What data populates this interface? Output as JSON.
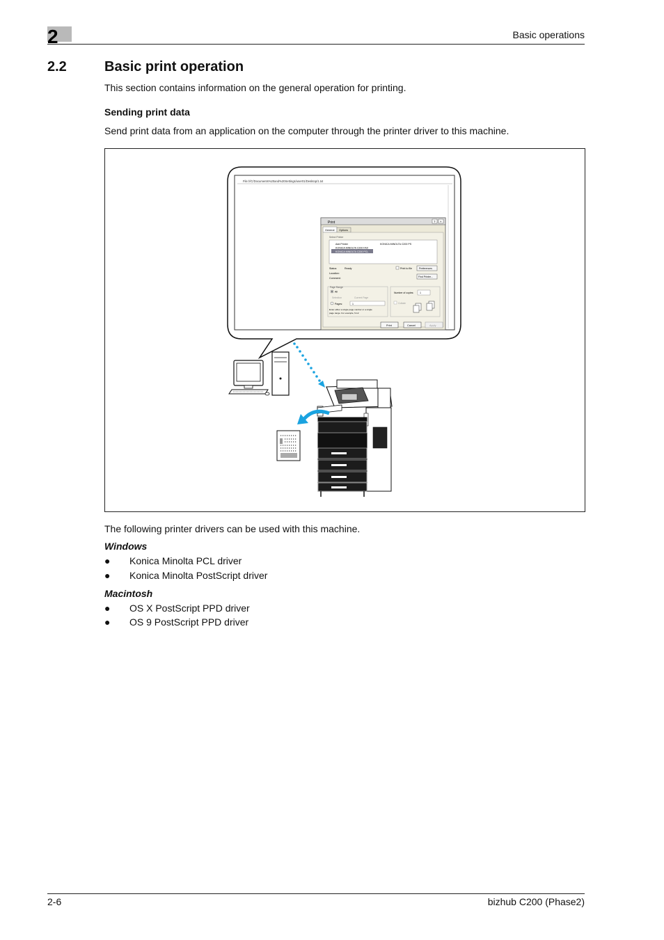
{
  "header": {
    "chapter_number": "2",
    "chapter_title": "Basic operations"
  },
  "section": {
    "number": "2.2",
    "title": "Basic print operation",
    "intro": "This section contains information on the general operation for printing."
  },
  "subsection": {
    "title": "Sending print data",
    "text": "Send print data from an application on the computer through the printer driver to this machine."
  },
  "figure": {
    "address_text": "File:///C/Documents%20and%20Settings/user01/Desktop/1.txt",
    "dialog": {
      "title": "Print",
      "tabs": [
        "General",
        "Options"
      ],
      "select_printer_label": "Select Printer",
      "printers": [
        "Add Printer",
        "KONICA MINOLTA C200 FAX",
        "KONICA MINOLTA C200 PCL",
        "KONICA MINOLTA C200 PS"
      ],
      "status_label": "Status:",
      "status_value": "Ready",
      "location_label": "Location:",
      "comment_label": "Comment:",
      "print_to_file": "Print to file",
      "preferences_btn": "Preferences",
      "find_printer_btn": "Find Printer...",
      "page_range_label": "Page Range",
      "all_label": "All",
      "selection_label": "Selection",
      "current_page_label": "Current Page",
      "pages_label": "Pages:",
      "pages_value": "1",
      "range_hint_1": "Enter either a single page number or a single",
      "range_hint_2": "page range.  For example, 5-12",
      "copies_label": "Number of copies:",
      "copies_value": "1",
      "collate_label": "Collate",
      "print_btn": "Print",
      "cancel_btn": "Cancel",
      "apply_btn": "Apply"
    }
  },
  "drivers_intro": "The following printer drivers can be used with this machine.",
  "windows": {
    "heading": "Windows",
    "items": [
      "Konica Minolta PCL driver",
      "Konica Minolta PostScript driver"
    ]
  },
  "macintosh": {
    "heading": "Macintosh",
    "items": [
      "OS X PostScript PPD driver",
      "OS 9 PostScript PPD driver"
    ]
  },
  "bullet_char": "●",
  "footer": {
    "page": "2-6",
    "product": "bizhub C200 (Phase2)"
  },
  "colors": {
    "accent_arrow": "#1aa3e0",
    "chapter_tab": "#b9b9b9"
  }
}
